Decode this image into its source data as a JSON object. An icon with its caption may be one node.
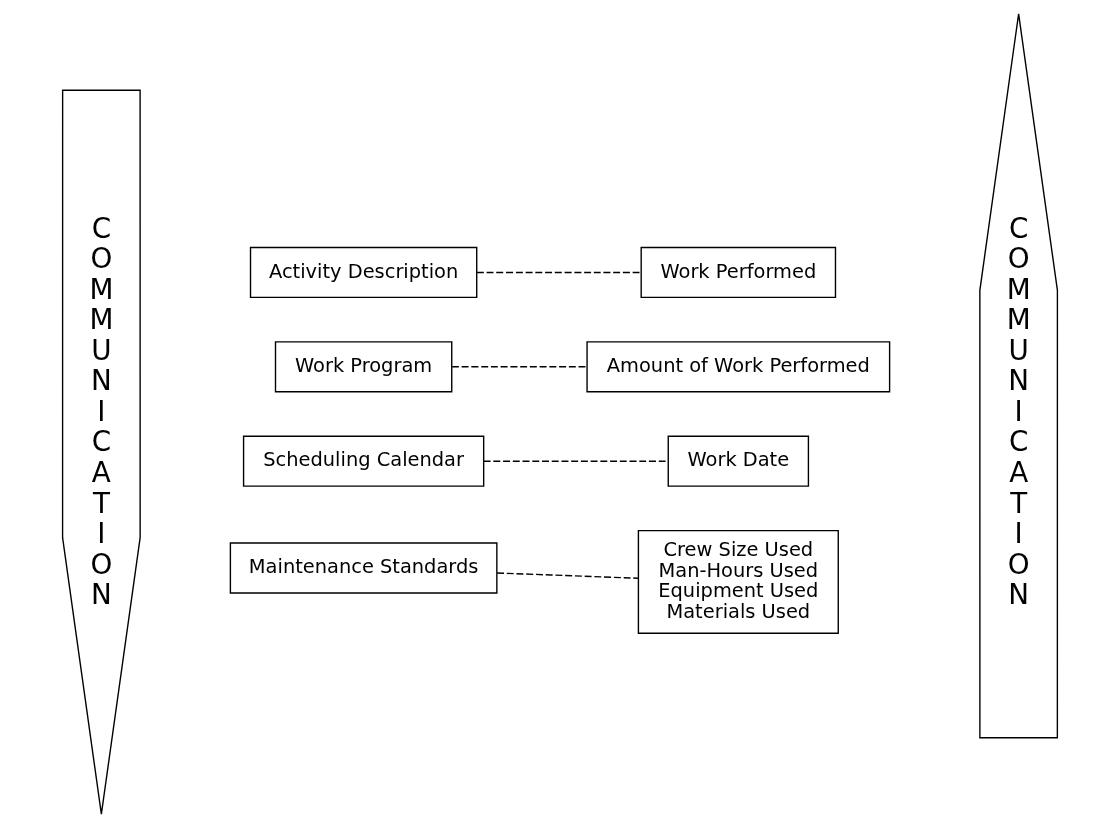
{
  "diagram": {
    "nodes": [
      {
        "text": [
          "COMMUNICATION"
        ]
      },
      {
        "text": [
          "Activity Description"
        ]
      },
      {
        "text": [
          "Work Performed"
        ]
      },
      {
        "text": [
          "Work Program"
        ]
      },
      {
        "text": [
          "Amount of Work Performed"
        ]
      },
      {
        "text": [
          "Scheduling Calendar"
        ]
      },
      {
        "text": [
          "Work Date"
        ]
      },
      {
        "text": [
          "Maintenance Standards"
        ]
      },
      {
        "text": [
          "Crew Size Used",
          "Man-Hours Used",
          "Equipment Used",
          "Materials Used"
        ]
      },
      {
        "text": [
          "COMMUNICATION"
        ]
      }
    ],
    "edges": [
      {
        "from": 1,
        "to": 2,
        "arrow": "none",
        "style": "dashed"
      },
      {
        "from": 3,
        "to": 4,
        "arrow": "none",
        "style": "dashed"
      },
      {
        "from": 5,
        "to": 6,
        "arrow": "none",
        "style": "dashed"
      },
      {
        "from": 7,
        "to": 8,
        "arrow": "none",
        "style": "dashed"
      }
    ]
  }
}
